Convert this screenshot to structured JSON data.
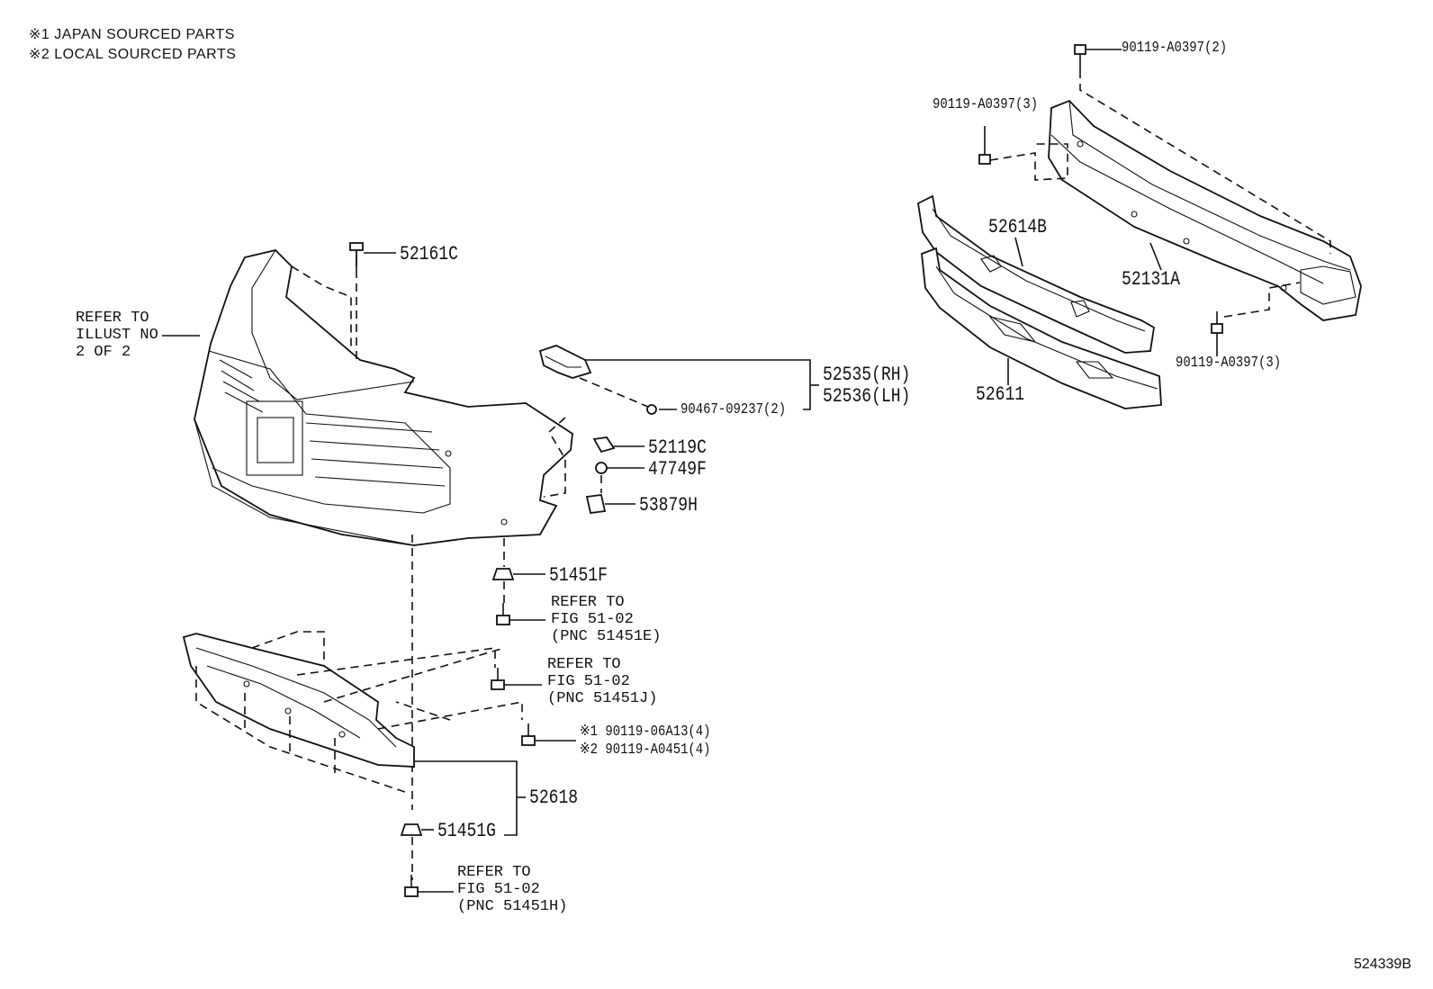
{
  "legend": {
    "note1": "※1 JAPAN SOURCED PARTS",
    "note2": "※2 LOCAL SOURCED PARTS"
  },
  "parts": {
    "p_90119_top": "90119-A0397(2)",
    "p_90119_left": "90119-A0397(3)",
    "p_90119_right": "90119-A0397(3)",
    "p_52614B": "52614B",
    "p_52131A": "52131A",
    "p_52611": "52611",
    "p_52161C": "52161C",
    "p_52535": "52535(RH)",
    "p_52536": "52536(LH)",
    "p_90467": "90467-09237(2)",
    "p_52119C": "52119C",
    "p_47749F": "47749F",
    "p_53879H": "53879H",
    "p_51451F": "51451F",
    "p_90119_06A13": "※1 90119-06A13(4)",
    "p_90119_A0451": "※2 90119-A0451(4)",
    "p_52618": "52618",
    "p_51451G": "51451G"
  },
  "refers": {
    "illust": [
      "REFER TO",
      "ILLUST NO",
      "2 OF 2"
    ],
    "fig_e": [
      "REFER TO",
      "FIG 51-02",
      "(PNC 51451E)"
    ],
    "fig_j": [
      "REFER TO",
      "FIG 51-02",
      "(PNC 51451J)"
    ],
    "fig_h": [
      "REFER TO",
      "FIG 51-02",
      "(PNC 51451H)"
    ]
  },
  "illustration_id": "524339B"
}
